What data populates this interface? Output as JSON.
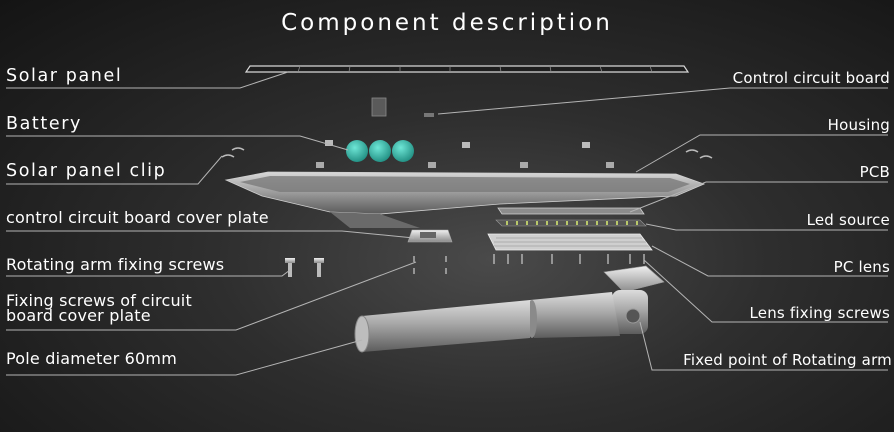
{
  "title": "Component description",
  "left_labels": {
    "solar_panel": "Solar panel",
    "battery": "Battery",
    "solar_panel_clip": "Solar panel clip",
    "cover_plate": "control circuit board cover plate",
    "arm_screws": "Rotating arm fixing screws",
    "cover_screws_line1": "Fixing screws of circuit",
    "cover_screws_line2": "board cover plate",
    "pole": "Pole diameter 60mm"
  },
  "right_labels": {
    "control_board": "Control circuit board",
    "housing": "Housing",
    "pcb": "PCB",
    "led": "Led source",
    "pc_lens": "PC lens",
    "lens_screws": "Lens fixing screws",
    "fixed_point": "Fixed point of Rotating arm"
  },
  "colors": {
    "background": "#2e2e2e",
    "text": "#ffffff",
    "leader_line": "#b0b0b0",
    "battery": "#2fb8a8",
    "housing": "#9a9a9a"
  }
}
